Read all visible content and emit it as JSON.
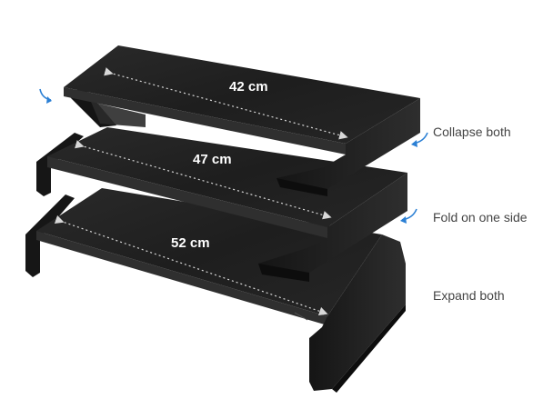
{
  "product": {
    "measurements": [
      {
        "name": "collapsed",
        "label": "42 cm"
      },
      {
        "name": "one-side-folded",
        "label": "47 cm"
      },
      {
        "name": "expanded",
        "label": "52 cm"
      }
    ],
    "options": [
      {
        "label": "Collapse both"
      },
      {
        "label": "Fold on one side"
      },
      {
        "label": "Expand both"
      }
    ]
  },
  "colors": {
    "stand_top": "#202020",
    "stand_edge": "#2c2c2c",
    "stand_side": "#141414",
    "arrow_blue": "#2a7fd4",
    "dimension_line": "#d8d8d8"
  }
}
